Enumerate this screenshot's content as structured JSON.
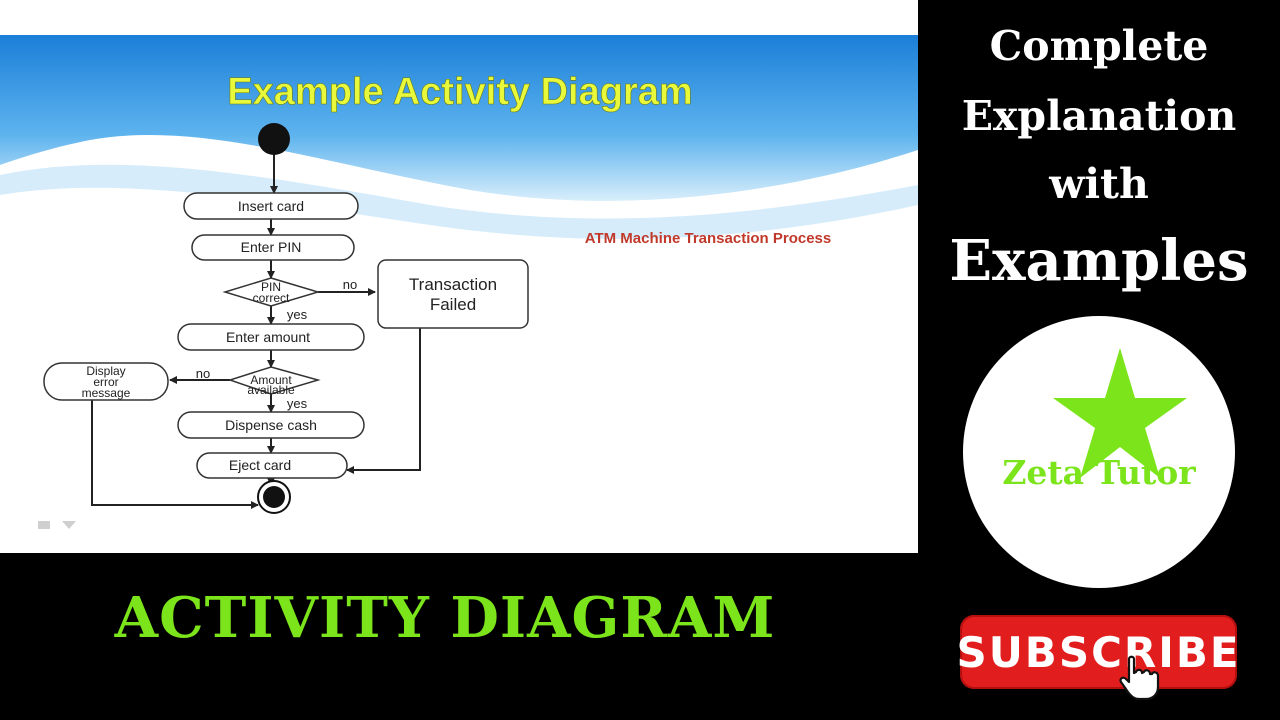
{
  "slide": {
    "title": "Example Activity Diagram",
    "subtitle": "ATM Machine Transaction Process",
    "colors": {
      "title": "#e8f83a",
      "subtitle": "#c0392b",
      "wave": "#2f86d6"
    }
  },
  "diagram": {
    "nodes": {
      "insert_card": "Insert card",
      "enter_pin": "Enter PIN",
      "pin_correct_1": "PIN",
      "pin_correct_2": "correct",
      "transaction_failed_1": "Transaction",
      "transaction_failed_2": "Failed",
      "enter_amount": "Enter amount",
      "amount_available_1": "Amount",
      "amount_available_2": "available",
      "display_error_1": "Display",
      "display_error_2": "error",
      "display_error_3": "message",
      "dispense_cash": "Dispense cash",
      "eject_card": "Eject card"
    },
    "edge_labels": {
      "pin_no": "no",
      "pin_yes": "yes",
      "amount_no": "no",
      "amount_yes": "yes"
    }
  },
  "side_panel": {
    "line1": "Complete",
    "line2": "Explanation",
    "line3": "with",
    "line4": "Examples",
    "logo_text": "Zeta Tutor",
    "logo_icon": "star-icon",
    "logo_color": "#7be41a"
  },
  "bottom_title": "ACTIVITY DIAGRAM",
  "subscribe": {
    "label": "SUBSCRIBE",
    "color": "#e11d1d",
    "cursor_icon": "hand-pointer-icon"
  }
}
